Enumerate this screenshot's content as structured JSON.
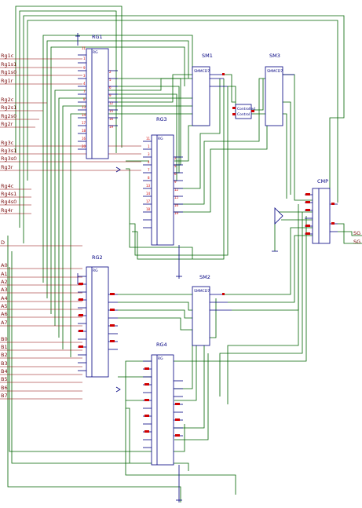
{
  "components": {
    "rg1": {
      "label": "RG1",
      "type": "RG",
      "pins": [
        "1",
        "2",
        "3",
        "4",
        "5",
        "6",
        "7",
        "8",
        "9",
        "10",
        "11",
        "12",
        "13",
        "14",
        "15",
        "16",
        "17",
        "18",
        "19",
        "20"
      ]
    },
    "rg2": {
      "label": "RG2",
      "type": "RG"
    },
    "rg3": {
      "label": "RG3",
      "type": "RG",
      "pins": [
        "11",
        "1",
        "3",
        "4",
        "7",
        "8",
        "13",
        "14",
        "17",
        "18",
        "2",
        "5",
        "6",
        "9",
        "12",
        "15",
        "16",
        "19"
      ]
    },
    "rg4": {
      "label": "RG4",
      "type": "RG"
    },
    "sm1": {
      "label": "SM1",
      "type": "SMMCD7"
    },
    "sm2": {
      "label": "SM2",
      "type": "SMMCD7"
    },
    "sm3": {
      "label": "SM3",
      "type": "SMMCD7"
    },
    "cmp": {
      "label": "CMP"
    },
    "ctrl": {
      "label1": "Controlled",
      "label2": "Control"
    }
  },
  "inputs": [
    "Rg1c",
    "Rg1s1",
    "Rg1s0",
    "Rg1r",
    "Rg2c",
    "Rg2s1",
    "Rg2s0",
    "Rg2r",
    "Rg3c",
    "Rg3s1",
    "Rg3s0",
    "Rg3r",
    "Rg4c",
    "Rg4s1",
    "Rg4s0",
    "Rg4r",
    "D",
    "A0",
    "A1",
    "A2",
    "A3",
    "A4",
    "A5",
    "A6",
    "A7",
    "B0",
    "B1",
    "B2",
    "B3",
    "B4",
    "B5",
    "B6",
    "B7"
  ],
  "outputs": [
    "SG",
    "SG"
  ]
}
